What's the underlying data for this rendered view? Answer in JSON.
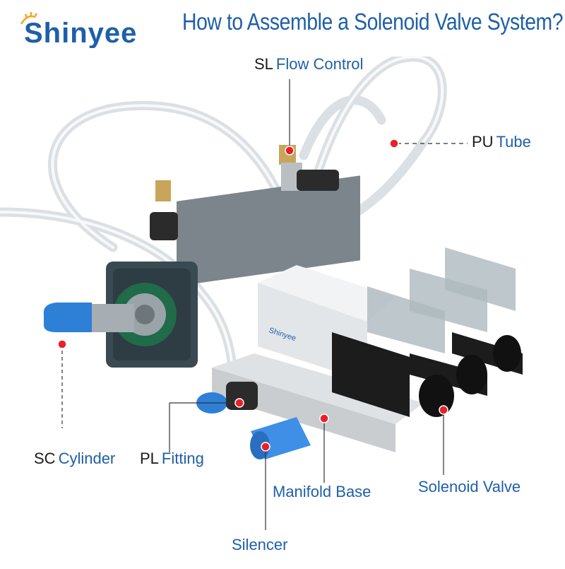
{
  "header": {
    "brand": "Shinyee",
    "title": "How to Assemble a Solenoid Valve System?"
  },
  "labels": {
    "flow_control": {
      "code": "SL",
      "name": "Flow Control"
    },
    "tube": {
      "code": "PU",
      "name": "Tube"
    },
    "cylinder": {
      "code": "SC",
      "name": "Cylinder"
    },
    "fitting": {
      "code": "PL",
      "name": "Fitting"
    },
    "manifold_base": {
      "name": "Manifold Base"
    },
    "solenoid_valve": {
      "name": "Solenoid Valve"
    },
    "silencer": {
      "name": "Silencer"
    }
  },
  "colors": {
    "brand_blue": "#1f5fa8",
    "logo_orange": "#f5a623",
    "marker_red": "#e8202a"
  }
}
